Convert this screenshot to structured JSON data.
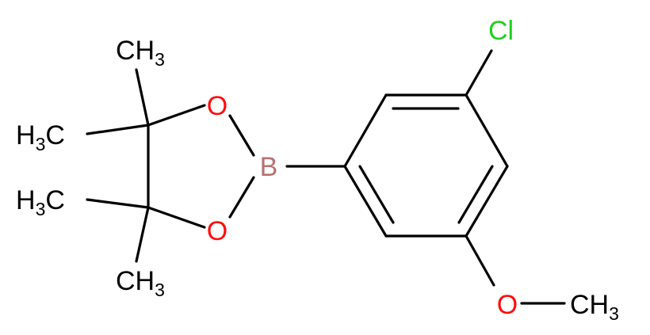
{
  "molecule": {
    "atoms": {
      "cl": "Cl",
      "o_top": "O",
      "o_bottom": "O",
      "b": "B",
      "o_methoxy": "O",
      "ch3_methoxy": {
        "main": "CH",
        "sub": "3"
      },
      "ch3_top_right": {
        "main": "CH",
        "sub": "3"
      },
      "h3c_upper_left": {
        "main": "H",
        "sub": "3",
        "tail": "C"
      },
      "h3c_lower_left": {
        "main": "H",
        "sub": "3",
        "tail": "C"
      },
      "ch3_bottom": {
        "main": "CH",
        "sub": "3"
      }
    },
    "colors": {
      "carbon": "#000000",
      "oxygen": "#ff0d0d",
      "boron": "#b77272",
      "chlorine": "#1fd01f"
    }
  }
}
